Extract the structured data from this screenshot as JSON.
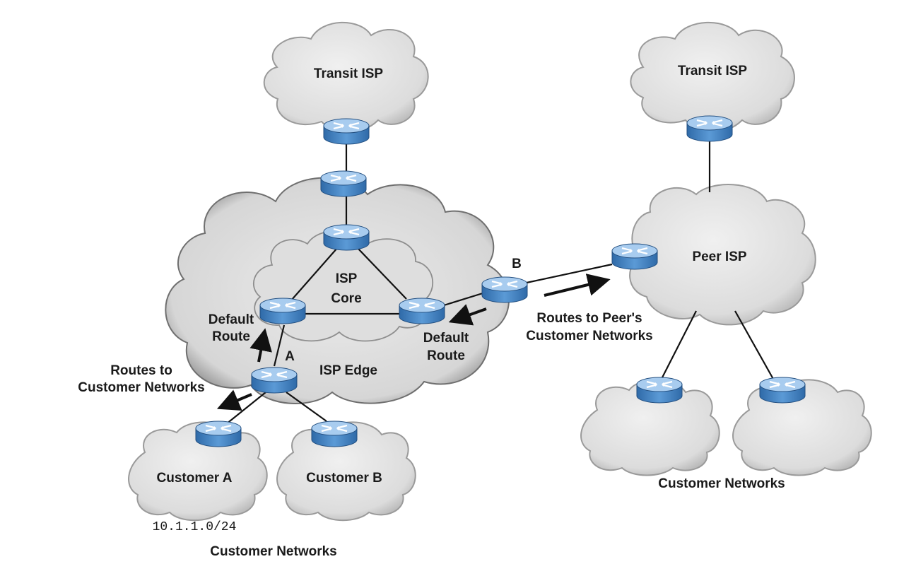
{
  "clouds": {
    "transit_left": "Transit ISP",
    "transit_right": "Transit ISP",
    "isp_core_line1": "ISP",
    "isp_core_line2": "Core",
    "isp_edge": "ISP Edge",
    "peer_isp": "Peer ISP",
    "customer_a": "Customer A",
    "customer_b": "Customer B"
  },
  "labels": {
    "default_route_left_1": "Default",
    "default_route_left_2": "Route",
    "default_route_right_1": "Default",
    "default_route_right_2": "Route",
    "router_a": "A",
    "router_b": "B",
    "routes_to_customer_1": "Routes to",
    "routes_to_customer_2": "Customer Networks",
    "routes_to_peer_1": "Routes to Peer's",
    "routes_to_peer_2": "Customer Networks",
    "customer_a_prefix": "10.1.1.0/24",
    "customer_networks_left": "Customer Networks",
    "customer_networks_right": "Customer Networks"
  },
  "colors": {
    "router_top": "#9cc3ea",
    "router_side": "#3f7fc0",
    "cloud_fill": "#e6e6e6",
    "cloud_shadow": "#8a8a8a"
  }
}
